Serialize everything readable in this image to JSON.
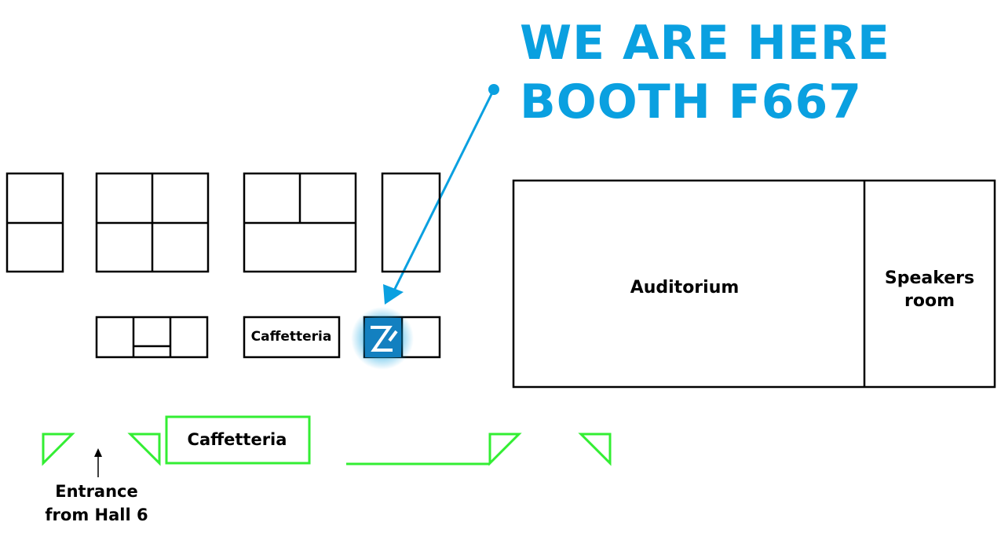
{
  "callout": {
    "line1": "WE ARE HERE",
    "line2": "BOOTH F667"
  },
  "rooms": {
    "auditorium": "Auditorium",
    "speakers_line1": "Speakers",
    "speakers_line2": "room",
    "cafeteria_inner": "Caffetteria",
    "cafeteria_outer": "Caffetteria"
  },
  "entrance": {
    "line1": "Entrance",
    "line2": "from Hall 6"
  },
  "logo": {
    "text": "Z"
  },
  "colors": {
    "highlight": "#0aa0e0",
    "wall": "#000000",
    "exterior": "#33ee33",
    "logo_bg": "#1380c0"
  },
  "icons": {
    "arrow": "pointer-arrow-icon",
    "entrance_arrow": "up-arrow-icon",
    "logo": "company-logo-icon"
  }
}
